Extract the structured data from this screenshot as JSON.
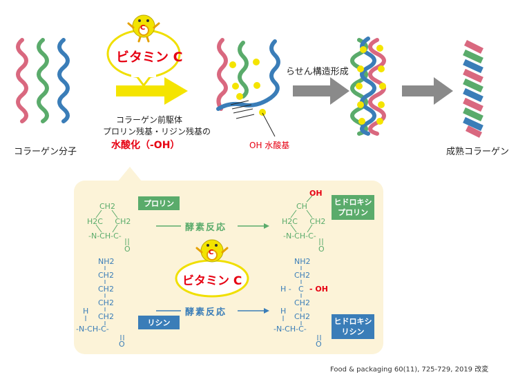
{
  "labels": {
    "collagen_molecule": "コラーゲン分子",
    "vitamin_c_top": "ビタミン C",
    "precursor_line1": "コラーゲン前駆体",
    "precursor_line2": "プロリン残基・リジン残基の",
    "hydroxylation": "水酸化（-OH）",
    "oh_group": "OH 水酸基",
    "helix_formation": "らせん構造形成",
    "mature_collagen": "成熟コラーゲン",
    "vitamin_c_mid": "ビタミン C",
    "enzyme_reaction_1": "酵素反応",
    "enzyme_reaction_2": "酵素反応",
    "citation": "Food & packaging 60(11), 725-729, 2019  改変"
  },
  "mascot_letter": "C",
  "tags": {
    "proline": "プロリン",
    "hydroxyproline": "ヒドロキシ\nプロリン",
    "lysine": "リシン",
    "hydroxylysine": "ヒドロキシ\nリシン"
  },
  "chem": {
    "proline_ch2_top": "CH2",
    "proline_ring": "H2C     CH2",
    "proline_backbone": "-N-CH-C-",
    "proline_o": "O",
    "hyp_oh": "OH",
    "hyp_ch": "CH",
    "hyp_ring": "H2C     CH2",
    "hyp_backbone": "-N-CH-C-",
    "hyp_o": "O",
    "lys_nh2": "NH2",
    "lys_ch2_1": "CH2",
    "lys_ch2_2": "CH2",
    "lys_ch2_3": "CH2",
    "lys_ch2_4": "CH2",
    "lys_h": "H",
    "lys_backbone": "-N-CH-C-",
    "lys_o": "O",
    "hyl_nh2": "NH2",
    "hyl_ch2_1": "CH2",
    "hyl_c_row_h": "H -",
    "hyl_c": "C",
    "hyl_oh": "- OH",
    "hyl_ch2_2": "CH2",
    "hyl_ch2_3": "CH2",
    "hyl_h": "H",
    "hyl_backbone": "-N-CH-C-",
    "hyl_o": "O"
  },
  "colors": {
    "pink": "#d9687f",
    "green": "#5aab6b",
    "blue": "#3a7db8",
    "yellow_arrow": "#f4e400",
    "gray_arrow": "#8a8a8a",
    "red_text": "#e60012",
    "panel_bg": "#fcf3d8",
    "chem_green": "#5aab6b",
    "chem_blue": "#3a7db8"
  }
}
